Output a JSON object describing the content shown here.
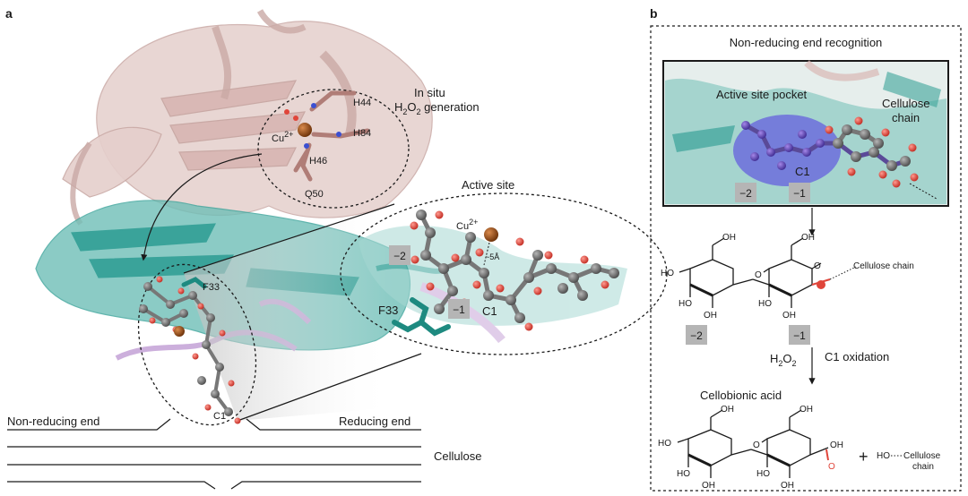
{
  "panel_a": {
    "letter": "a",
    "h2o2_line1": "In situ",
    "h2o2_line2_pre": "H",
    "h2o2_line2_sub1": "2",
    "h2o2_line2_mid": "O",
    "h2o2_line2_sub2": "2",
    "h2o2_line2_post": " generation",
    "residues": {
      "h44": "H44",
      "h84": "H84",
      "h46": "H46",
      "q50": "Q50",
      "f33": "F33"
    },
    "cu_label": "Cu",
    "cu_charge": "2+",
    "active_site_title": "Active site",
    "distance_label": "~5Å",
    "c1_label": "C1",
    "subsite_minus2": "−2",
    "subsite_minus1": "−1",
    "non_reducing_end": "Non-reducing end",
    "reducing_end": "Reducing end",
    "cellulose": "Cellulose"
  },
  "panel_b": {
    "letter": "b",
    "title": "Non-reducing end recognition",
    "active_site_pocket": "Active site pocket",
    "cellulose_chain_l1": "Cellulose",
    "cellulose_chain_l2": "chain",
    "c1_label": "C1",
    "subsite_minus2": "−2",
    "subsite_minus1": "−1",
    "ho": "HO",
    "oh": "OH",
    "o": "O",
    "cellulose_chain_inline": "Cellulose chain",
    "h2o2_pre": "H",
    "h2o2_sub1": "2",
    "h2o2_mid": "O",
    "h2o2_sub2": "2",
    "c1_oxidation": "C1 oxidation",
    "product": "Cellobionic acid",
    "plus": "+",
    "ho_cellulose_l1": "Cellulose",
    "ho_cellulose_l2": "chain"
  },
  "colors": {
    "protein_pink": "#d9b8b5",
    "protein_teal": "#3aa39a",
    "protein_purple": "#c7a6d8",
    "carbon_grey": "#6e6e6e",
    "oxygen_red": "#e0453a",
    "copper_brown": "#a0521c",
    "pocket_blue": "#5a4fe0",
    "subsite_grey": "#b5b5b5"
  }
}
